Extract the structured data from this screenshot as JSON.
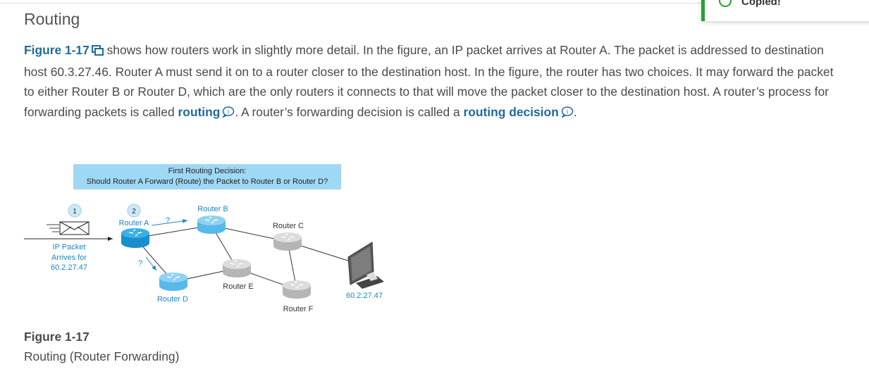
{
  "section": {
    "title": "Routing"
  },
  "toast": {
    "message": "Copied!"
  },
  "paragraph": {
    "figure_ref": "Figure 1-17",
    "text1": " shows how routers work in slightly more detail. In the figure, an IP packet arrives at Router A. The packet is addressed to destination host 60.3.27.46. Router A must send it on to a router closer to the destination host. In the figure, the router has two choices. It may forward the packet to either Router B or Router D, which are the only routers it connects to that will move the packet closer to the destination host. A router’s process for forwarding packets is called ",
    "term1": "routing",
    "text2": ". A router’s forwarding decision is called a ",
    "term2": "routing decision",
    "text3": "."
  },
  "figure": {
    "banner_line1": "First Routing Decision:",
    "banner_line2": "Should Router A Forward (Route) the Packet to Router B or Router D?",
    "step1": "1",
    "step2": "2",
    "router_a": "Router A",
    "router_b": "Router B",
    "router_c": "Router C",
    "router_d": "Router D",
    "router_e": "Router E",
    "router_f": "Router F",
    "question_mark": "?",
    "packet_line1": "IP Packet",
    "packet_line2": "Arrives for",
    "packet_line3": "60.2.27.47",
    "host_address": "60.2.27.47",
    "colors": {
      "blue_router": "#2ea4de",
      "gray_router": "#c9c9c9",
      "label_blue": "#1b86c8"
    }
  },
  "caption": {
    "number": "Figure 1-17",
    "title": "Routing (Router Forwarding)"
  }
}
